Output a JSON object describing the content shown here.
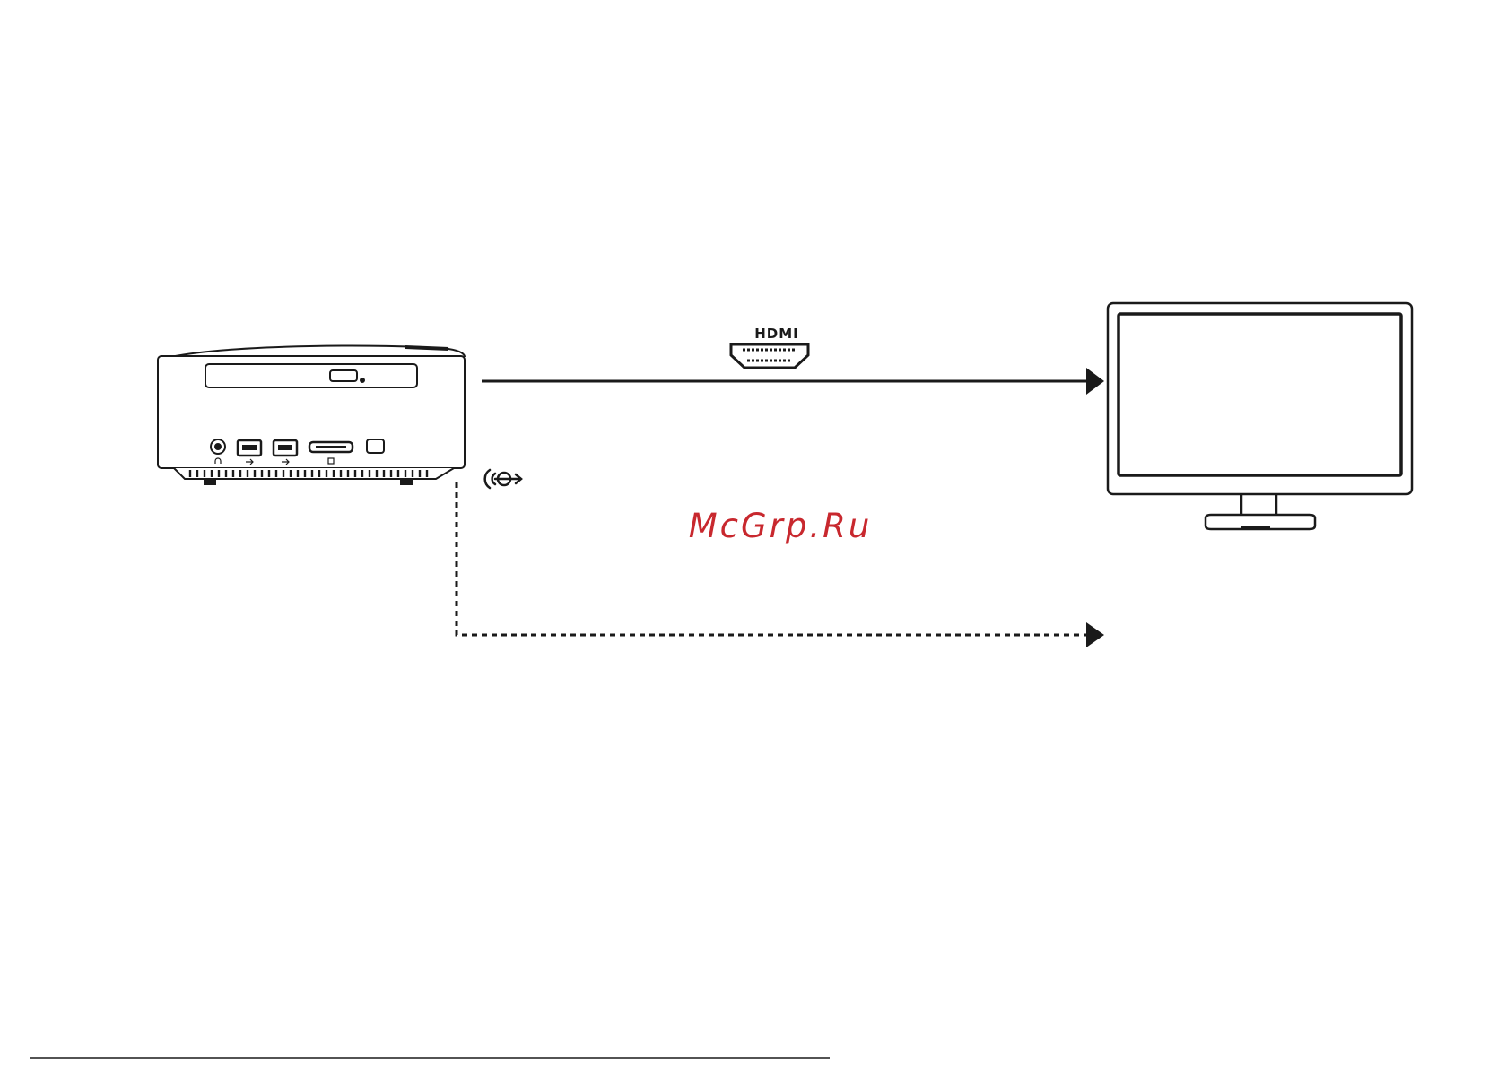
{
  "watermark": {
    "text": "McGrp.Ru",
    "color": "#c8282e"
  },
  "labels": {
    "hdmi": "HDMI"
  },
  "devices": {
    "source": {
      "icon": "mini-pc-icon"
    },
    "display": {
      "icon": "monitor-icon"
    }
  },
  "connections": [
    {
      "id": "hdmi",
      "style": "solid",
      "icon": "hdmi-icon"
    },
    {
      "id": "audio",
      "style": "dashed",
      "icon": "audio-out-icon"
    }
  ],
  "colors": {
    "line": "#1a1a1a"
  }
}
